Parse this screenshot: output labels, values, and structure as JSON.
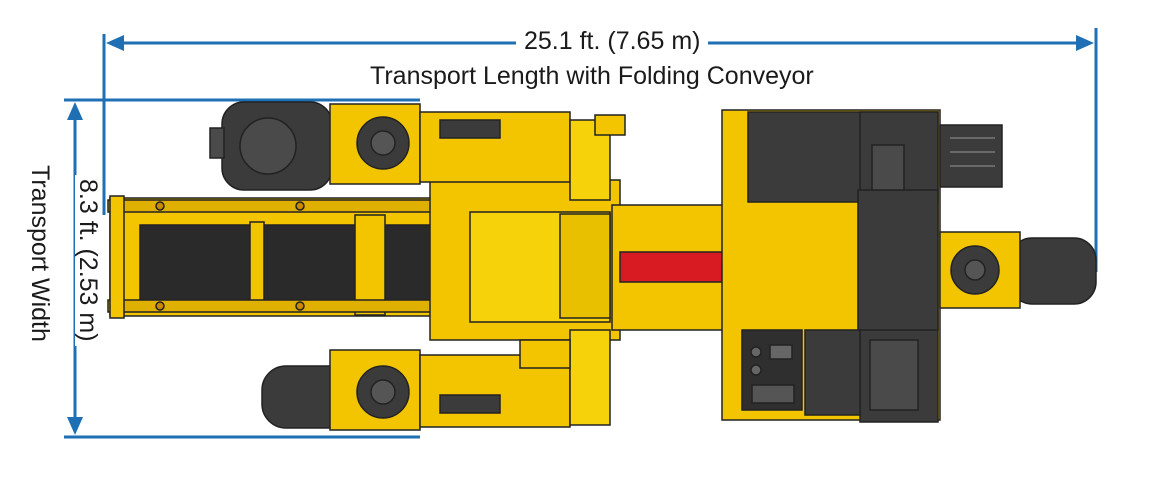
{
  "length_dimension": {
    "value": "25.1 ft. (7.65 m)",
    "caption": "Transport Length with Folding Conveyor"
  },
  "width_dimension": {
    "value": "8.3 ft. (2.53 m)",
    "caption": "Transport Width"
  },
  "colors": {
    "dimension_line": "#1f6fb5",
    "machine_yellow": "#f2c500",
    "machine_dark": "#3b3b3b",
    "conveyor_belt": "#2a2a2a",
    "warning_red": "#d81b22",
    "outline": "#222222"
  }
}
